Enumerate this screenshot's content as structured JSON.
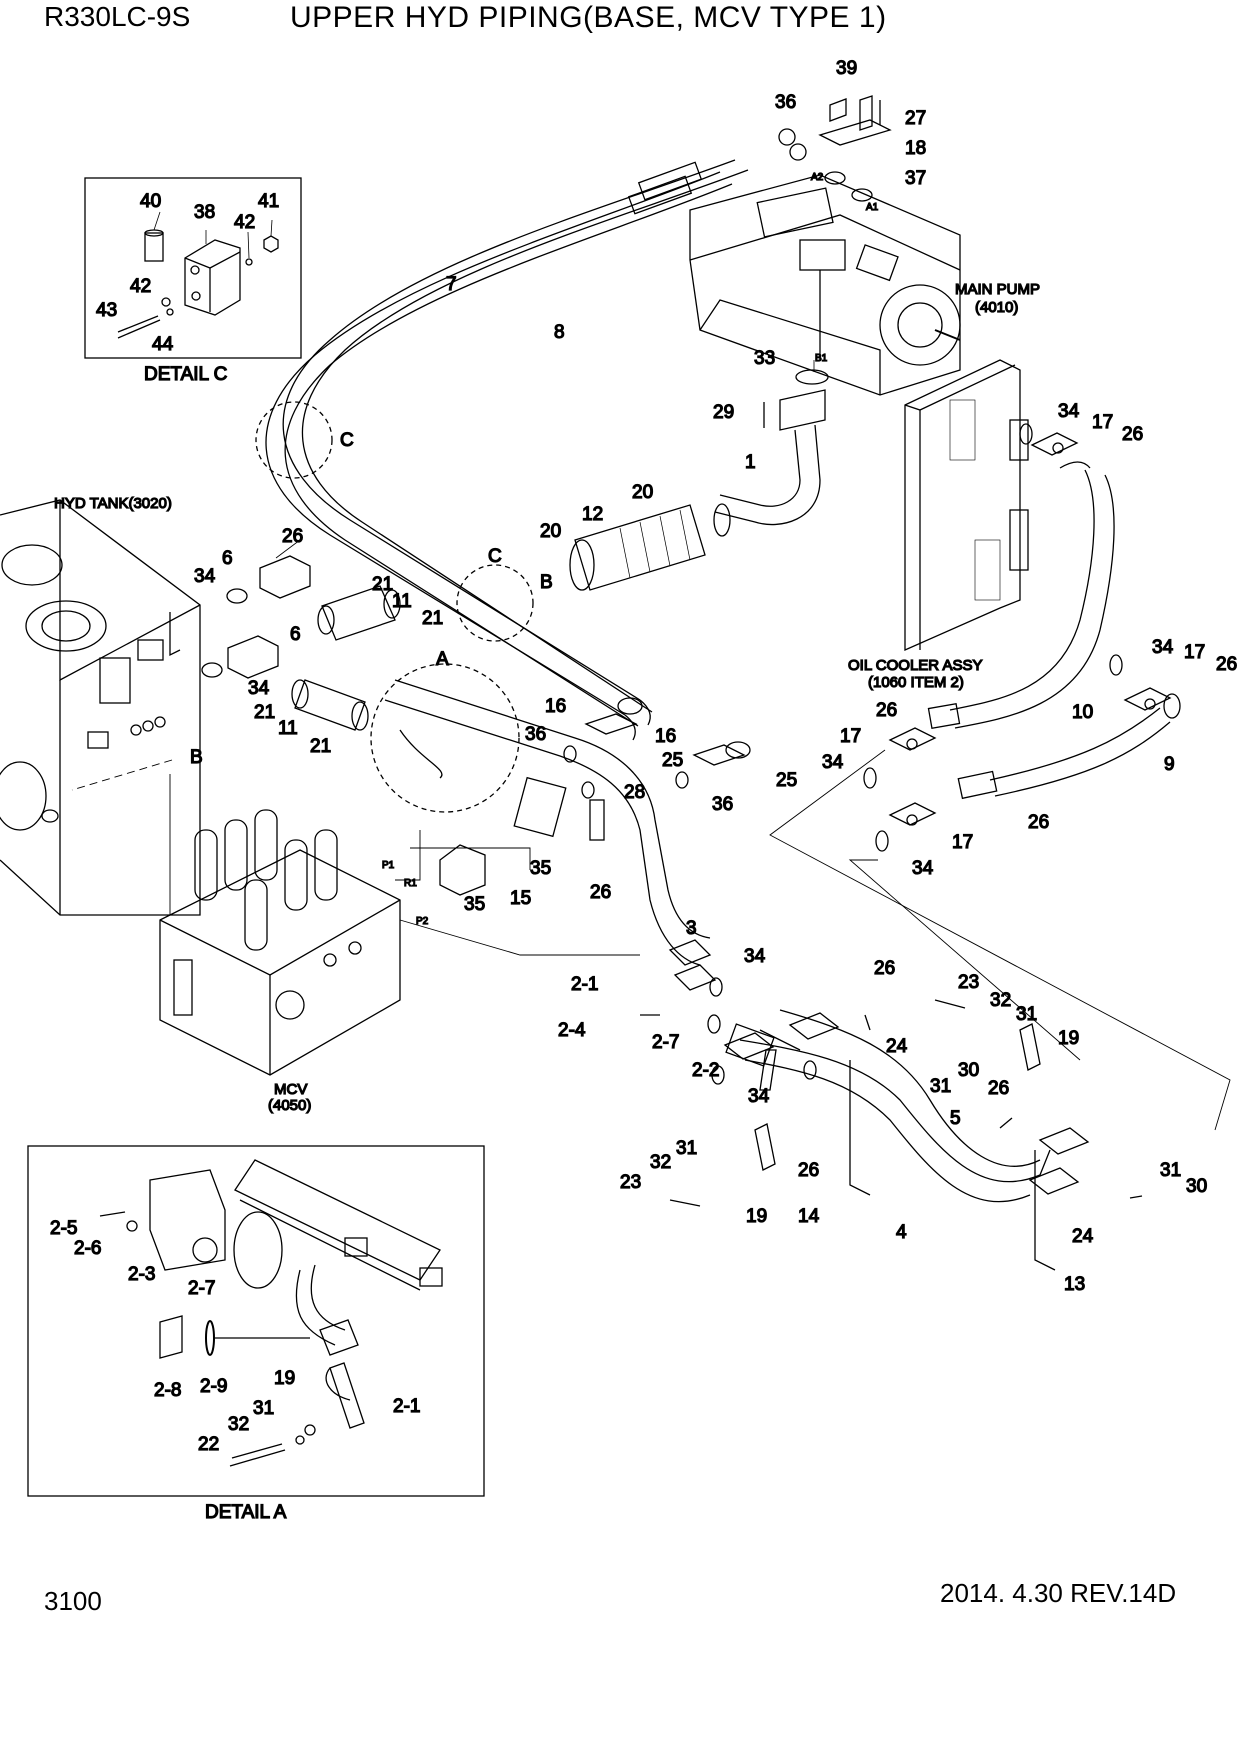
{
  "header": {
    "model": "R330LC-9S",
    "title": "UPPER HYD PIPING(BASE, MCV TYPE 1)"
  },
  "footer": {
    "page": "3100",
    "revision": "2014. 4.30  REV.14D"
  },
  "components": {
    "main_pump": "MAIN PUMP",
    "main_pump_code": "(4010)",
    "oil_cooler": "OIL COOLER ASSY",
    "oil_cooler_code": "(1060 ITEM 2)",
    "hyd_tank": "HYD TANK(3020)",
    "mcv": "MCV",
    "mcv_code": "(4050)"
  },
  "details": {
    "detail_c": "DETAIL C",
    "detail_a": "DETAIL A"
  },
  "ports": {
    "a1": "A1",
    "a2": "A2",
    "b1": "B1",
    "p1": "P1",
    "r1": "R1",
    "p2": "P2"
  },
  "callouts": {
    "c_upper": "C",
    "c_lower": "C",
    "a_circle": "A",
    "b_hose": "B",
    "b_tank": "B",
    "n39": "39",
    "n36a": "36",
    "n27": "27",
    "n18": "18",
    "n37": "37",
    "n7": "7",
    "n8": "8",
    "n33": "33",
    "n29": "29",
    "n1": "1",
    "n20a": "20",
    "n12": "12",
    "n20b": "20",
    "n34a": "34",
    "n17a": "17",
    "n26a": "26",
    "n26b": "26",
    "n6a": "6",
    "n34b": "34",
    "n21a": "21",
    "n11a": "11",
    "n21b": "21",
    "n6b": "6",
    "n34c": "34",
    "n21c": "21",
    "n11b": "11",
    "n21d": "21",
    "n16a": "16",
    "n36b": "36",
    "n25a": "25",
    "n16b": "16",
    "n25b": "25",
    "n28": "28",
    "n36c": "36",
    "n35a": "35",
    "n35b": "35",
    "n15": "15",
    "n26c": "26",
    "n34d": "34",
    "n17b": "17",
    "n26d": "26",
    "n10": "10",
    "n26e": "26",
    "n17c": "17",
    "n34e": "34",
    "n9": "9",
    "n26f": "26",
    "n17d": "17",
    "n34f": "34",
    "n3": "3",
    "n2_1a": "2-1",
    "n34g": "34",
    "n2_4": "2-4",
    "n2_7a": "2-7",
    "n2_2": "2-2",
    "n34h": "34",
    "n26g": "26",
    "n23a": "23",
    "n32a": "32",
    "n31a": "31",
    "n19a": "19",
    "n24a": "24",
    "n30a": "30",
    "n31b": "31",
    "n26h": "26",
    "n5": "5",
    "n31c": "31",
    "n32b": "32",
    "n23b": "23",
    "n26i": "26",
    "n19b": "19",
    "n14": "14",
    "n4": "4",
    "n31d": "31",
    "n30b": "30",
    "n24b": "24",
    "n13": "13",
    "c40": "40",
    "c38": "38",
    "c41": "41",
    "c42a": "42",
    "c42b": "42",
    "c43": "43",
    "c44": "44",
    "a2_5": "2-5",
    "a2_6": "2-6",
    "a2_3": "2-3",
    "a2_7": "2-7",
    "a2_8": "2-8",
    "a2_9": "2-9",
    "a19": "19",
    "a31": "31",
    "a32": "32",
    "a22": "22",
    "a2_1": "2-1"
  }
}
